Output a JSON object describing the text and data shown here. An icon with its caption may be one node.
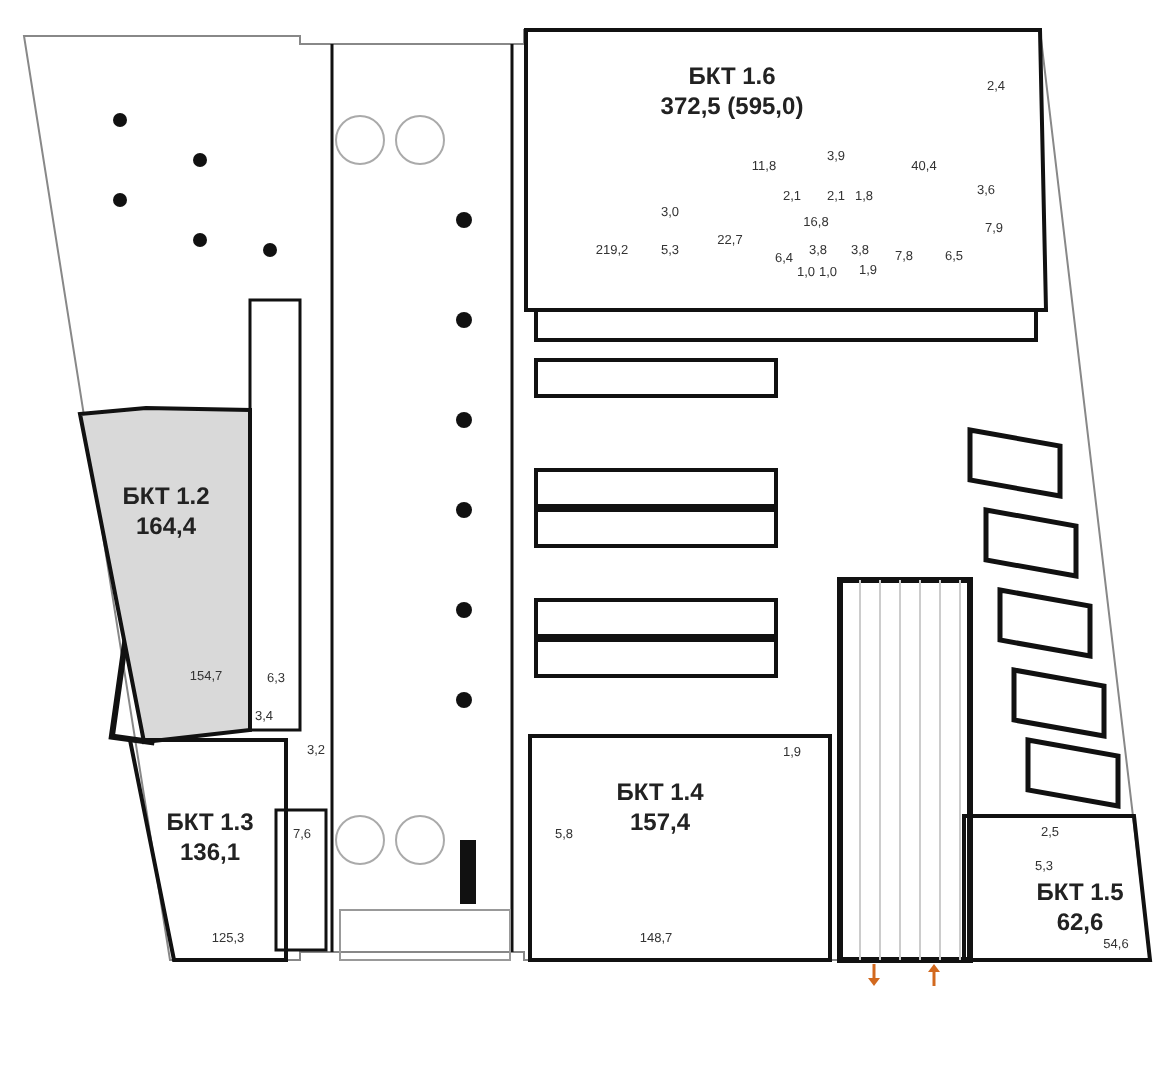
{
  "diagram": {
    "nodes": [
      {
        "text": [
          "БКТ 1.6",
          "372,5 (595,0)"
        ]
      },
      {
        "text": [
          "БКТ 1.2",
          "164,4"
        ]
      },
      {
        "text": [
          "БКТ 1.3",
          "136,1"
        ]
      },
      {
        "text": [
          "БКТ 1.4",
          "157,4"
        ]
      },
      {
        "text": [
          "БКТ 1.5",
          "62,6"
        ]
      }
    ],
    "labels": [
      "2,4",
      "3,9",
      "11,8",
      "40,4",
      "2,1",
      "2,1",
      "1,8",
      "3,6",
      "3,0",
      "16,8",
      "7,9",
      "22,7",
      "219,2",
      "5,3",
      "3,8",
      "3,8",
      "6,4",
      "7,8",
      "6,5",
      "1,0",
      "1,0",
      "1,9",
      "154,7",
      "6,3",
      "3,4",
      "3,2",
      "1,9",
      "7,6",
      "5,8",
      "2,5",
      "5,3",
      "125,3",
      "148,7",
      "54,6"
    ]
  }
}
